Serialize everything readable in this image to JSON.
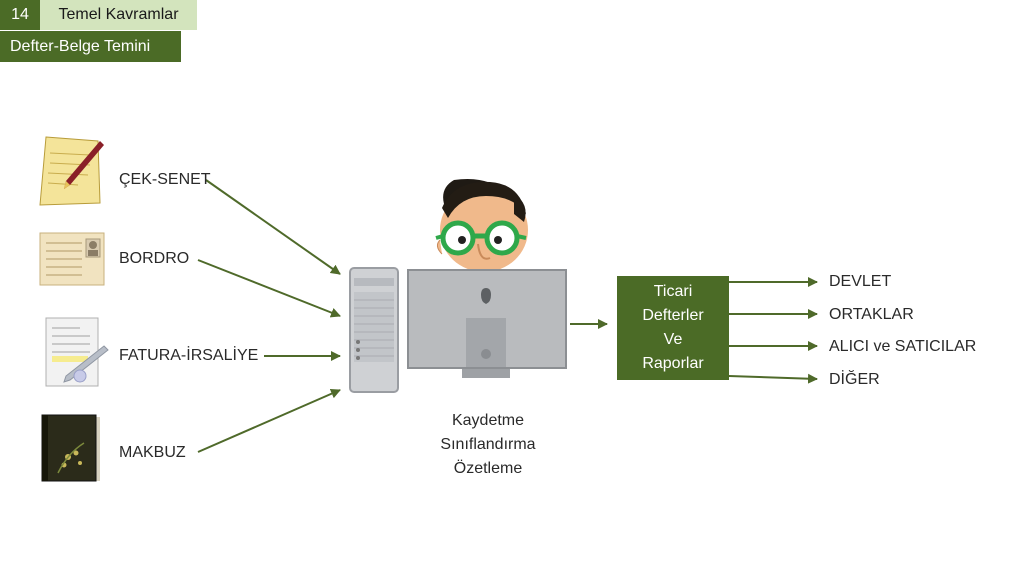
{
  "header": {
    "slide_number": "14",
    "section_title": "Temel Kavramlar",
    "subtitle": "Defter-Belge Temini"
  },
  "inputs": [
    {
      "label": "ÇEK-SENET",
      "icon": "signed-document-icon"
    },
    {
      "label": "BORDRO",
      "icon": "id-card-document-icon"
    },
    {
      "label": "FATURA-İRSALİYE",
      "icon": "invoice-document-icon"
    },
    {
      "label": "MAKBUZ",
      "icon": "receipt-book-icon"
    }
  ],
  "process": {
    "icon": "computer-with-person-icon",
    "caption": [
      "Kaydetme",
      "Sınıflandırma",
      "Özetleme"
    ]
  },
  "ledger": {
    "lines": [
      "Ticari",
      "Defterler",
      "Ve",
      "Raporlar"
    ]
  },
  "outputs": [
    "DEVLET",
    "ORTAKLAR",
    "ALICI ve SATICILAR",
    "DİĞER"
  ],
  "colors": {
    "accent_dark": "#4b6b26",
    "accent_light": "#d3e4bd",
    "arrow": "#4f6a2a"
  }
}
